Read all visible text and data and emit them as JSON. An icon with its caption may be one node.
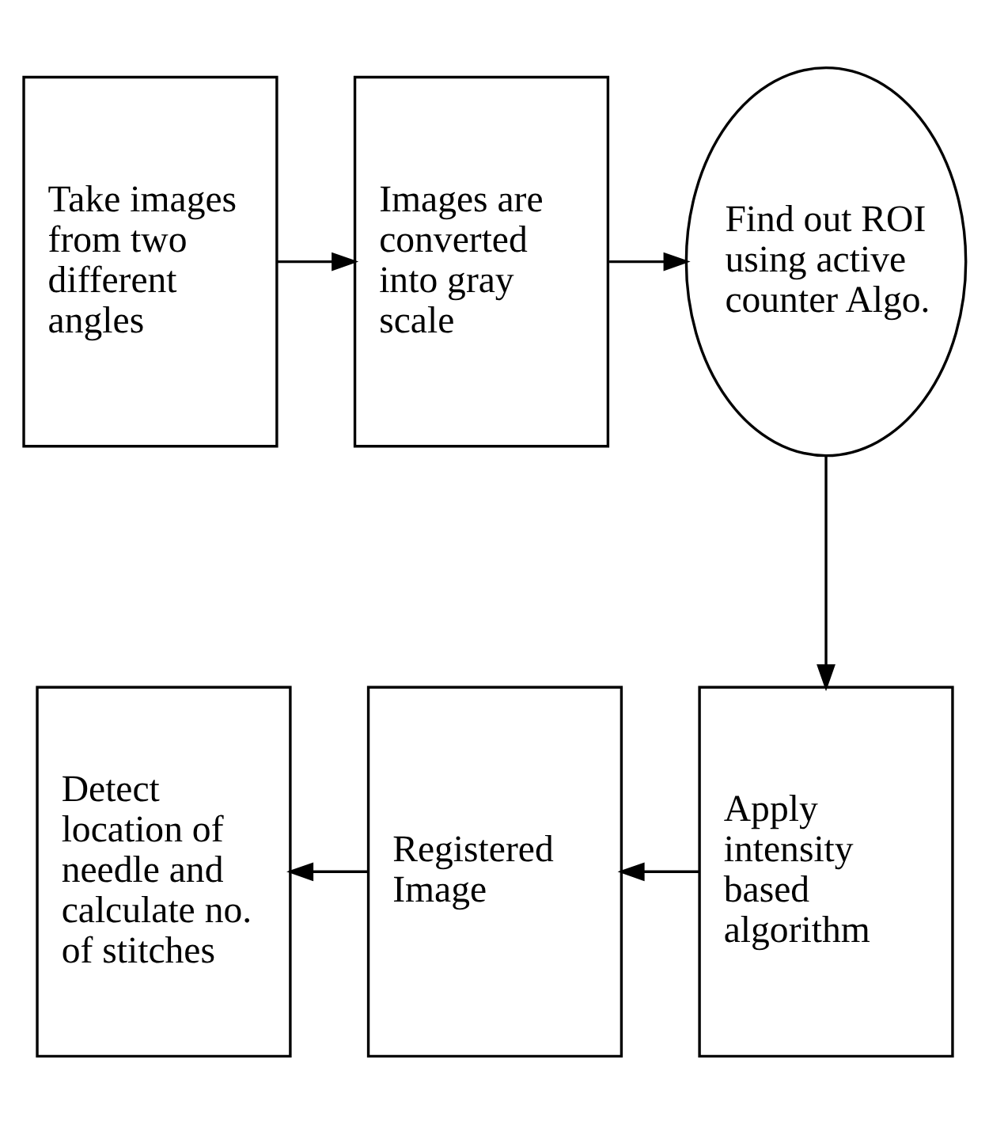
{
  "diagram": {
    "nodes": [
      {
        "text": [
          "Take images from two different angles"
        ]
      },
      {
        "text": [
          "Images are converted into gray scale"
        ]
      },
      {
        "text": [
          "Find out ROI using active counter Algo."
        ]
      },
      {
        "text": [
          "Detect location of needle and calculate no. of stitches"
        ]
      },
      {
        "text": [
          "Registered Image"
        ]
      },
      {
        "text": [
          "Apply intensity based algorithm"
        ]
      }
    ],
    "edges": [
      {
        "from": 0,
        "to": 1,
        "arrow": "to"
      },
      {
        "from": 1,
        "to": 2,
        "arrow": "to"
      },
      {
        "from": 2,
        "to": 5,
        "arrow": "to"
      },
      {
        "from": 5,
        "to": 4,
        "arrow": "to"
      },
      {
        "from": 4,
        "to": 3,
        "arrow": "to"
      }
    ]
  }
}
